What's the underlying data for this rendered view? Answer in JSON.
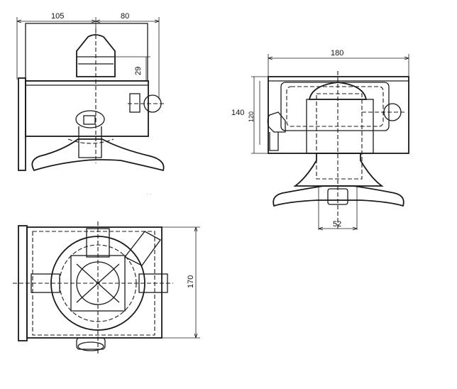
{
  "dimensions": {
    "top_left_width": "105",
    "top_right_width": "80",
    "cap_height": "29",
    "overall_width": "180",
    "outer_height": "140",
    "inner_height": "120",
    "shaft_width": "52",
    "plan_height": "170"
  },
  "colors": {
    "line": "#1a1a1a",
    "background": "#ffffff"
  }
}
